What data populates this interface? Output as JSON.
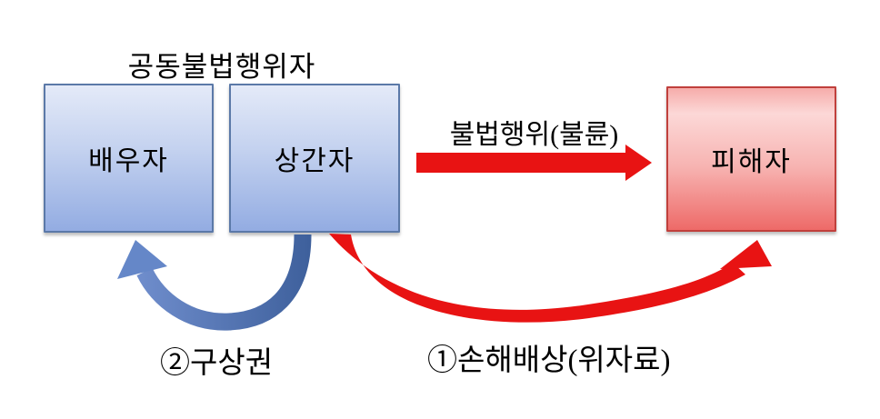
{
  "diagram": {
    "group_label": "공동불법행위자",
    "boxes": [
      {
        "id": "spouse",
        "label": "배우자"
      },
      {
        "id": "affair_partner",
        "label": "상간자"
      },
      {
        "id": "victim",
        "label": "피해자"
      }
    ],
    "arrows": [
      {
        "id": "tort",
        "label": "불법행위(불륜)",
        "from": "상간자",
        "to": "피해자",
        "color": "#e81313"
      },
      {
        "id": "damages",
        "label": "①손해배상(위자료)",
        "from": "상간자",
        "to": "피해자",
        "color": "#e81313"
      },
      {
        "id": "indemnity",
        "label": "②구상권",
        "from": "상간자",
        "to": "배우자",
        "color_dark": "#3d5f9b",
        "color_light": "#7290cf"
      }
    ],
    "colors": {
      "arrow_red": "#e81313",
      "arrow_blue_dark": "#3d5f9b",
      "arrow_blue_light": "#7290cf",
      "arrow_blue_head": "#6587c8",
      "box_blue_top": "#e4eaf8",
      "box_blue_bottom": "#93ace2",
      "box_blue_border": "#5b79a8",
      "box_red_top": "#fcd8d7",
      "box_red_bottom": "#ee6a68",
      "box_red_border": "#c0403c",
      "text": "#000000",
      "background": "#ffffff"
    }
  }
}
